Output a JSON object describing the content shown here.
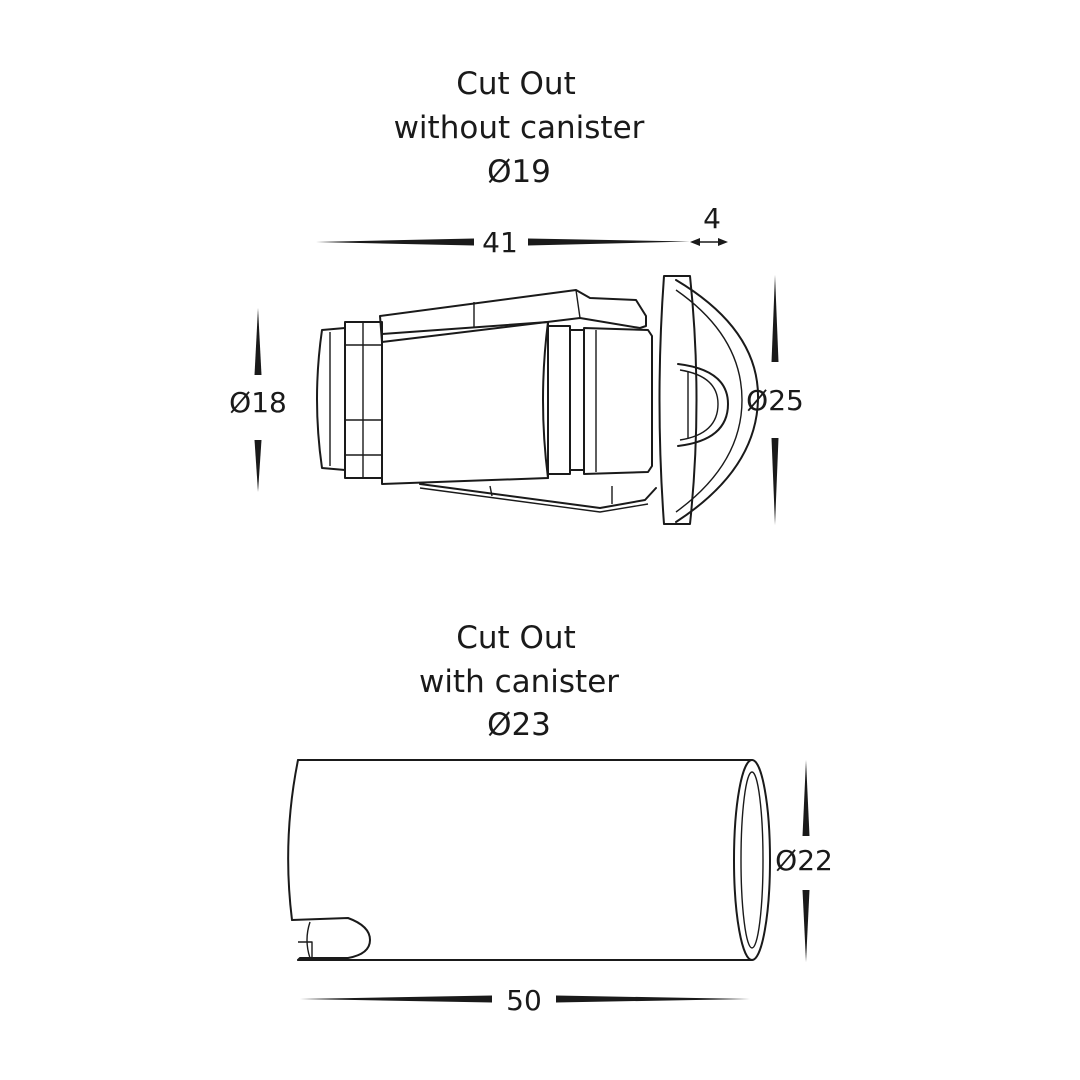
{
  "top": {
    "caption_line1": "Cut Out",
    "caption_line2": "without canister",
    "caption_line3": "Ø19",
    "dim_length": "41",
    "dim_flange": "4",
    "dim_body_diameter": "Ø18",
    "dim_flange_diameter": "Ø25"
  },
  "bottom": {
    "caption_line1": "Cut Out",
    "caption_line2": "with canister",
    "caption_line3": "Ø23",
    "dim_length": "50",
    "dim_diameter": "Ø22"
  },
  "colors": {
    "ink": "#1a1a1a",
    "background": "#ffffff"
  }
}
